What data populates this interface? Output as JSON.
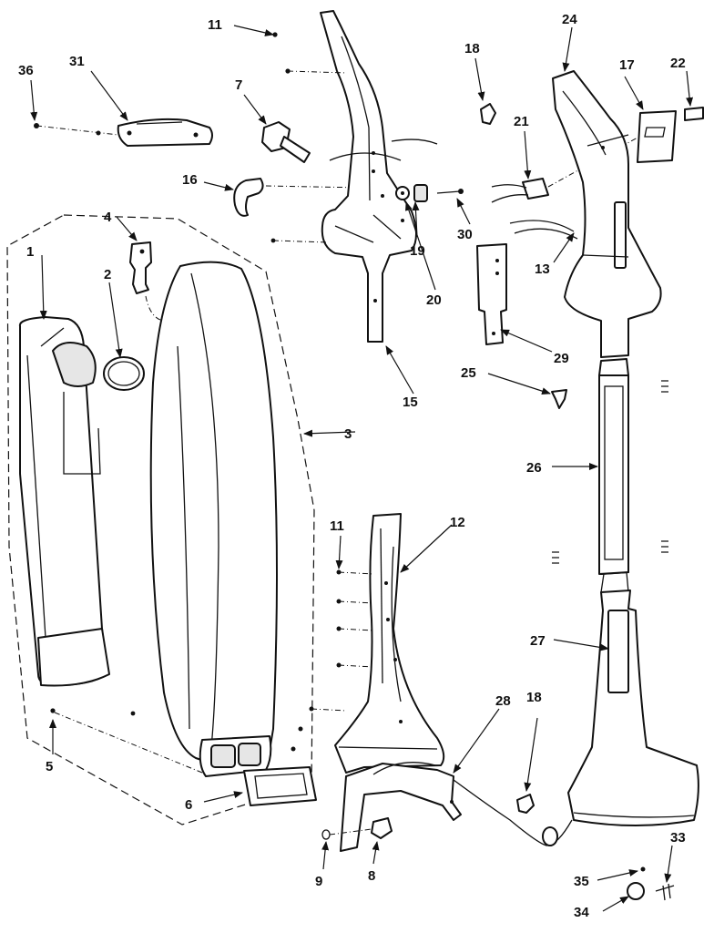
{
  "diagram": {
    "kind": "exploded-parts-view",
    "subject": "upright vacuum cleaner handle and bag assembly",
    "labels": [
      {
        "id": "p1",
        "text": "1"
      },
      {
        "id": "p2",
        "text": "2"
      },
      {
        "id": "p3",
        "text": "3"
      },
      {
        "id": "p4",
        "text": "4"
      },
      {
        "id": "p5",
        "text": "5"
      },
      {
        "id": "p6",
        "text": "6"
      },
      {
        "id": "p7",
        "text": "7"
      },
      {
        "id": "p8",
        "text": "8"
      },
      {
        "id": "p9",
        "text": "9"
      },
      {
        "id": "p11a",
        "text": "11"
      },
      {
        "id": "p11b",
        "text": "11"
      },
      {
        "id": "p12",
        "text": "12"
      },
      {
        "id": "p13",
        "text": "13"
      },
      {
        "id": "p15",
        "text": "15"
      },
      {
        "id": "p16",
        "text": "16"
      },
      {
        "id": "p17",
        "text": "17"
      },
      {
        "id": "p18a",
        "text": "18"
      },
      {
        "id": "p18b",
        "text": "18"
      },
      {
        "id": "p19",
        "text": "19"
      },
      {
        "id": "p20",
        "text": "20"
      },
      {
        "id": "p21",
        "text": "21"
      },
      {
        "id": "p22",
        "text": "22"
      },
      {
        "id": "p24",
        "text": "24"
      },
      {
        "id": "p25",
        "text": "25"
      },
      {
        "id": "p26",
        "text": "26"
      },
      {
        "id": "p27",
        "text": "27"
      },
      {
        "id": "p28",
        "text": "28"
      },
      {
        "id": "p29",
        "text": "29"
      },
      {
        "id": "p30",
        "text": "30"
      },
      {
        "id": "p31",
        "text": "31"
      },
      {
        "id": "p33",
        "text": "33"
      },
      {
        "id": "p34",
        "text": "34"
      },
      {
        "id": "p35",
        "text": "35"
      },
      {
        "id": "p36",
        "text": "36"
      }
    ],
    "colors": {
      "ink": "#111111",
      "paper": "#ffffff",
      "shade": "#e6e6e6"
    }
  }
}
